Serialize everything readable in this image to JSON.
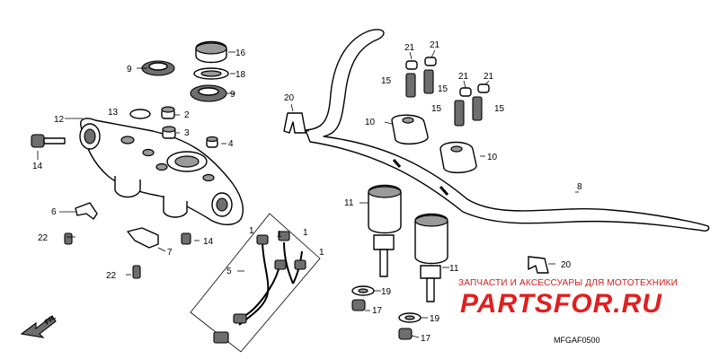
{
  "diagram": {
    "watermark_text": "ЗАПЧАСТИ И АКСЕССУАРЫ ДЛЯ МОТОТЕХНИКИ",
    "logo_text": "PARTSFOR.RU",
    "figure_code": "MFGAF0500",
    "direction_label": "FR.",
    "parts": [
      {
        "ref": "2",
        "name": "bolt-cap"
      },
      {
        "ref": "3",
        "name": "bolt-cap"
      },
      {
        "ref": "4",
        "name": "bolt-cap"
      },
      {
        "ref": "5",
        "name": "wire-harness"
      },
      {
        "ref": "6",
        "name": "wire-clamp"
      },
      {
        "ref": "7",
        "name": "wire-clamp"
      },
      {
        "ref": "8",
        "name": "handlebar"
      },
      {
        "ref": "9",
        "name": "bearing-race"
      },
      {
        "ref": "10",
        "name": "handlebar-holder-upper"
      },
      {
        "ref": "11",
        "name": "handlebar-holder-lower"
      },
      {
        "ref": "12",
        "name": "top-bridge"
      },
      {
        "ref": "13",
        "name": "washer"
      },
      {
        "ref": "14",
        "name": "bolt"
      },
      {
        "ref": "15",
        "name": "bolt"
      },
      {
        "ref": "16",
        "name": "nut"
      },
      {
        "ref": "17",
        "name": "nut"
      },
      {
        "ref": "18",
        "name": "washer"
      },
      {
        "ref": "19",
        "name": "washer"
      },
      {
        "ref": "20",
        "name": "clip"
      },
      {
        "ref": "21",
        "name": "cap"
      },
      {
        "ref": "22",
        "name": "screw"
      }
    ]
  }
}
